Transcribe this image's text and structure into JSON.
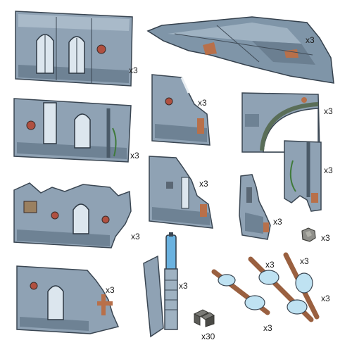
{
  "items": [
    {
      "name": "gothic-wall-window-arches",
      "qty": "x3"
    },
    {
      "name": "floor-gantry-tile",
      "qty": "x3"
    },
    {
      "name": "ruined-wall-small-a",
      "qty": "x3"
    },
    {
      "name": "arch-corner-wall",
      "qty": "x3"
    },
    {
      "name": "gothic-wall-pipes",
      "qty": "x3"
    },
    {
      "name": "ruined-wall-small-b",
      "qty": "x3"
    },
    {
      "name": "ruined-wall-pipe-c",
      "qty": "x3"
    },
    {
      "name": "ruined-wall-broken-arches",
      "qty": "x3"
    },
    {
      "name": "ruined-wall-thin",
      "qty": "x3"
    },
    {
      "name": "rubble-chunk",
      "qty": "x3"
    },
    {
      "name": "ruined-wall-low",
      "qty": "x3"
    },
    {
      "name": "pylon-tower",
      "qty": "x3"
    },
    {
      "name": "strap-connector-a",
      "qty": "x3"
    },
    {
      "name": "strap-connector-b",
      "qty": "x3"
    },
    {
      "name": "strap-connector-c",
      "qty": "x3"
    },
    {
      "name": "connector-clips",
      "qty": "x30"
    }
  ]
}
